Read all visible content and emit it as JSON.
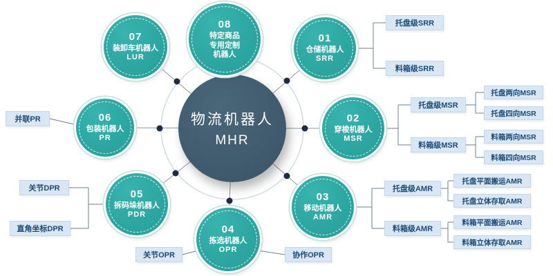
{
  "center": {
    "title": "物流机器人",
    "code": "MHR"
  },
  "nodes": [
    {
      "num": "01",
      "label": "仓储机器人",
      "code": "SRR"
    },
    {
      "num": "02",
      "label": "穿梭机器人",
      "code": "MSR"
    },
    {
      "num": "03",
      "label": "移动机器人",
      "code": "AMR"
    },
    {
      "num": "04",
      "label": "拣选机器人",
      "code": "OPR"
    },
    {
      "num": "05",
      "label": "拆码垛机器人",
      "code": "PDR"
    },
    {
      "num": "06",
      "label": "包装机器人",
      "code": "PR"
    },
    {
      "num": "07",
      "label": "装卸车机器人",
      "code": "LUR"
    },
    {
      "num": "08",
      "label": "特定商品专用定制机器人",
      "code": ""
    }
  ],
  "branches": {
    "srr": [
      "托盘级SRR",
      "料箱级SRR"
    ],
    "msr": [
      "托盘级MSR",
      "料箱级MSR"
    ],
    "msr_sub": [
      "托盘两向MSR",
      "托盘四向MSR",
      "料箱两向MSR",
      "料箱四向MSR"
    ],
    "amr": [
      "托盘级AMR",
      "料箱级AMR"
    ],
    "amr_sub": [
      "托盘平面搬运AMR",
      "托盘立体存取AMR",
      "料箱平面搬运AMR",
      "料箱立体存取AMR"
    ],
    "opr": [
      "关节OPR",
      "协作OPR"
    ],
    "pdr": [
      "关节DPR",
      "直角坐标DPR"
    ],
    "pr": [
      "并联PR"
    ]
  },
  "colors": {
    "teal": "#2aa7a2",
    "center_circle": "#3e5a6c",
    "branch_box_bg": "#d9e7f4",
    "branch_box_text": "#1c4a77",
    "connector": "#708090",
    "dot": "#1f2b3e"
  }
}
